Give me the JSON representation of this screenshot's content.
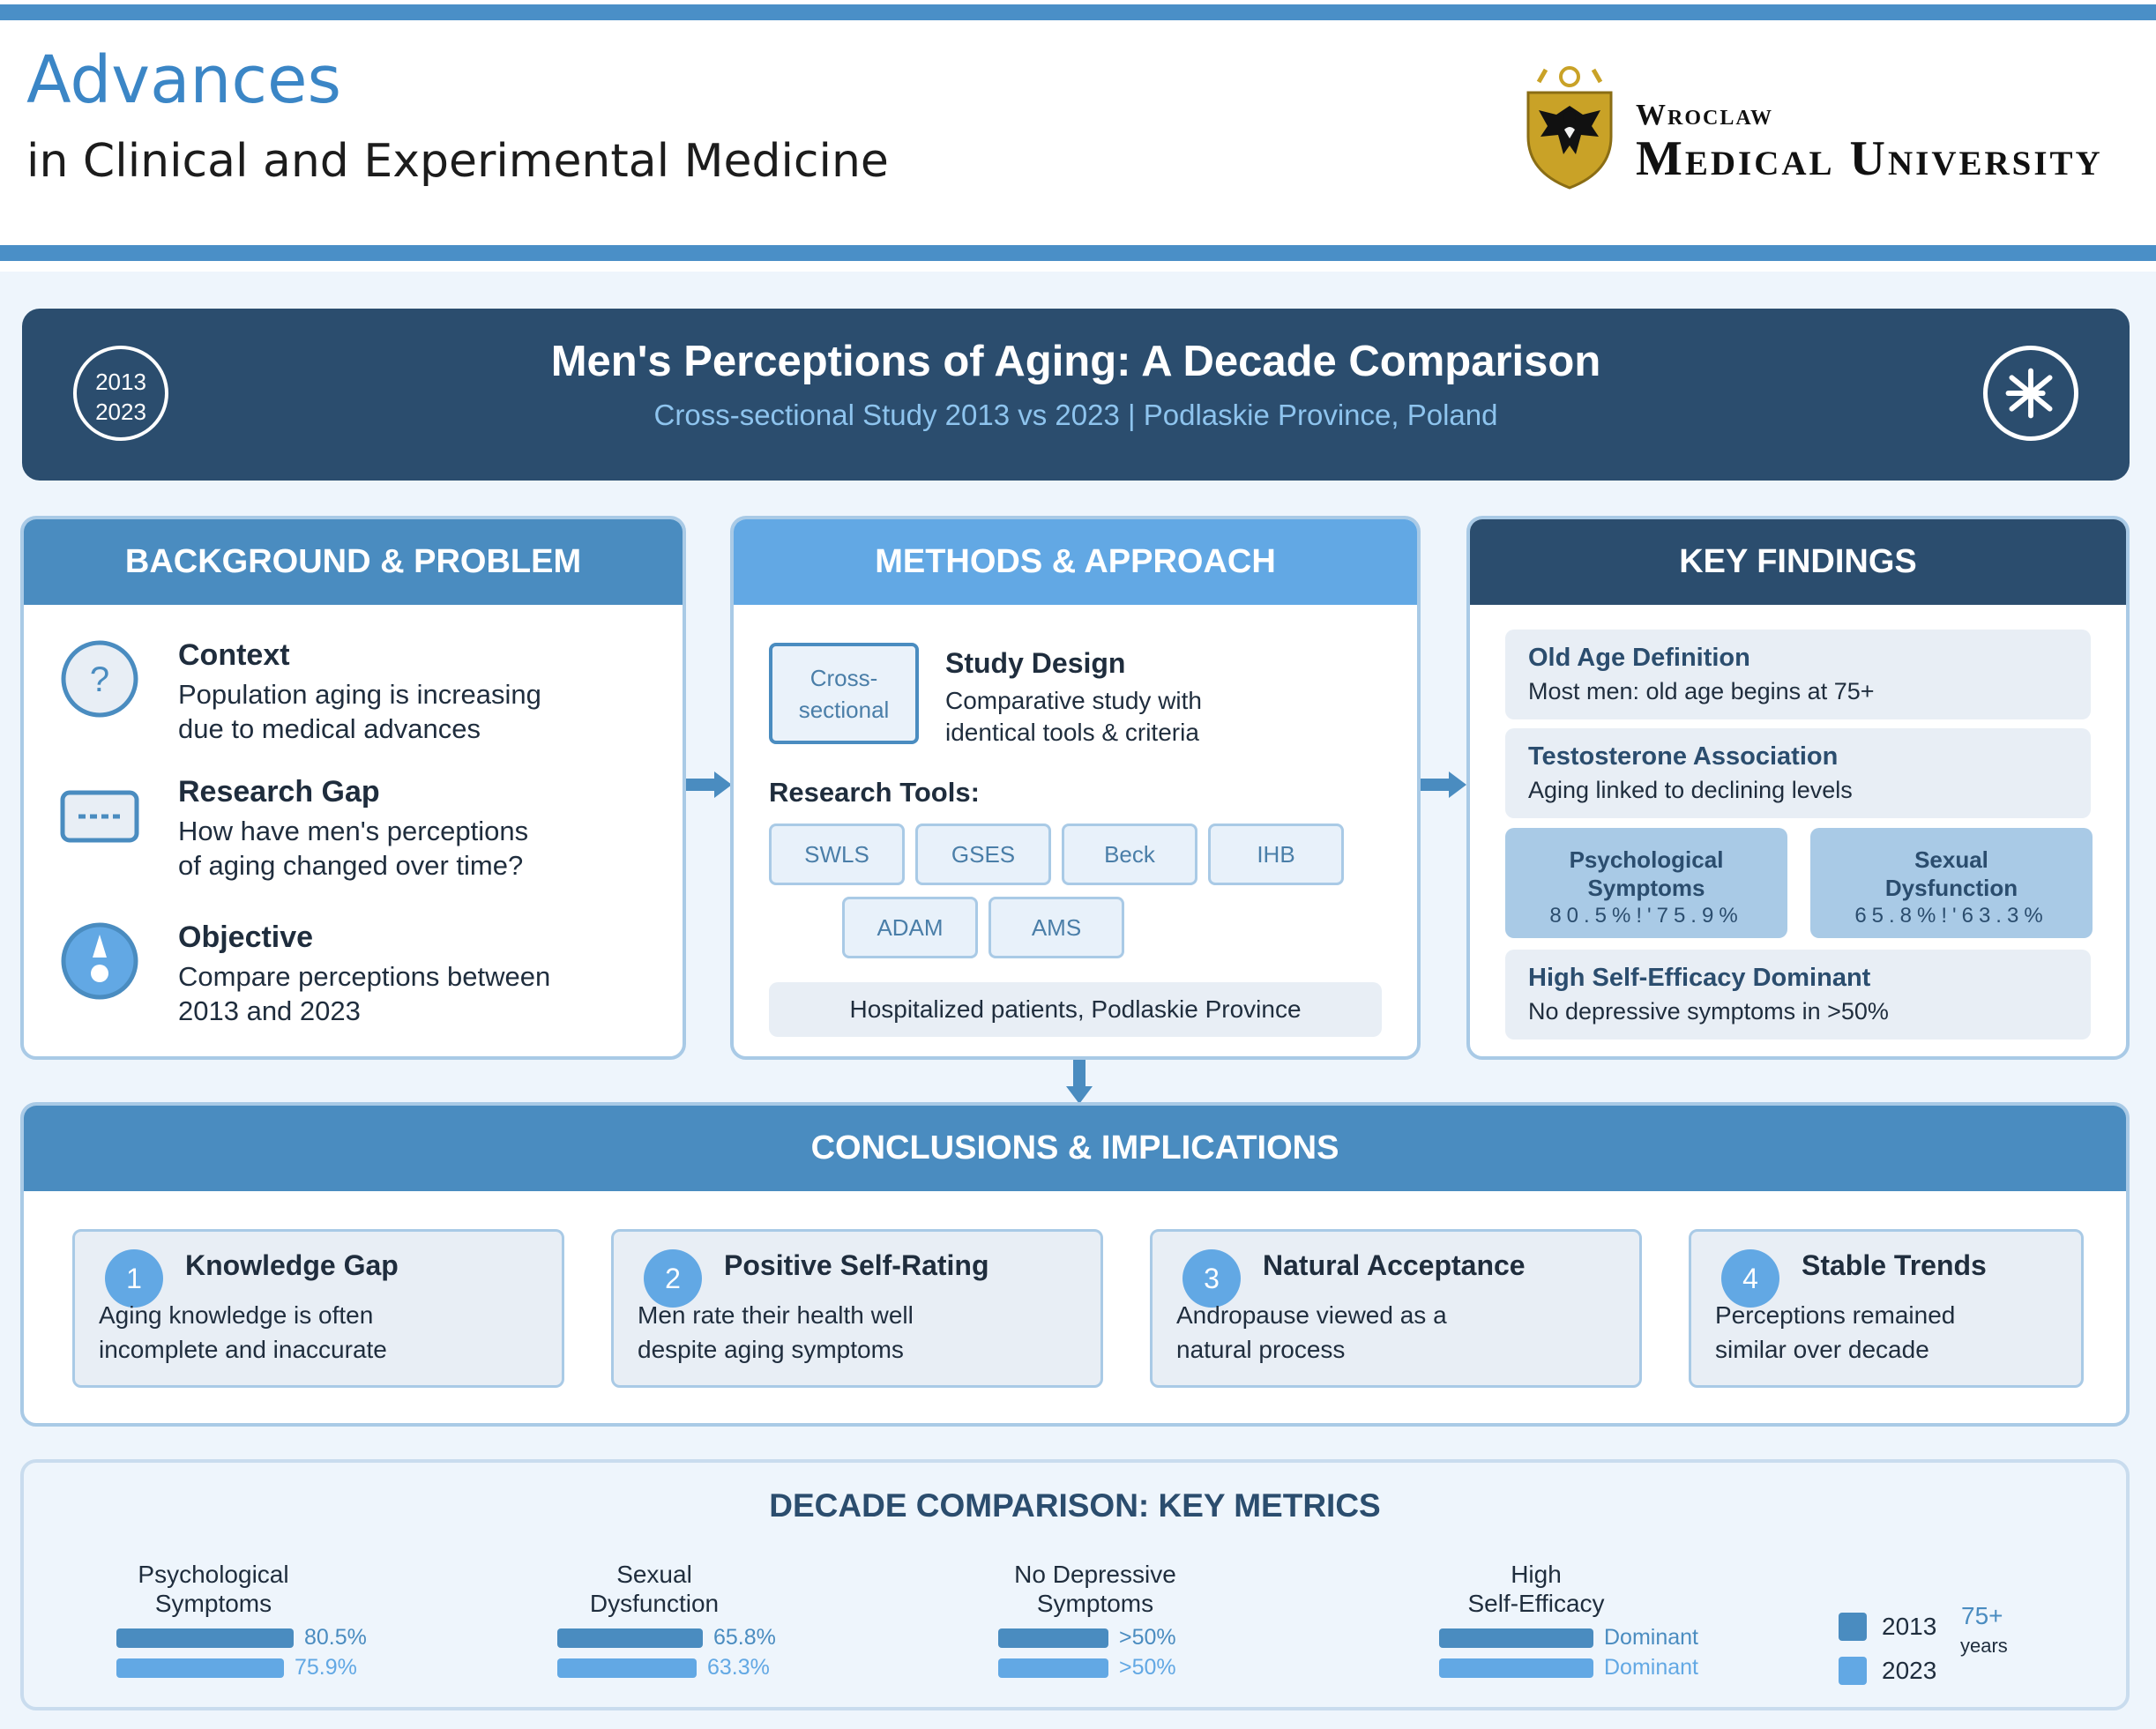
{
  "header": {
    "journal_line1": "Advances",
    "journal_line2": "in Clinical and Experimental Medicine",
    "university_line1": "Wroclaw",
    "university_line2": "Medical University"
  },
  "banner": {
    "title": "Men's Perceptions of Aging: A Decade Comparison",
    "subtitle": "Cross-sectional Study 2013 vs 2023 | Podlaskie Province, Poland",
    "year_badge_top": "2013",
    "year_badge_bottom": "2023"
  },
  "background": {
    "heading": "BACKGROUND & PROBLEM",
    "items": [
      {
        "title": "Context",
        "line1": "Population aging is increasing",
        "line2": "due to medical advances"
      },
      {
        "title": "Research Gap",
        "line1": "How have men's perceptions",
        "line2": "of aging changed over time?"
      },
      {
        "title": "Objective",
        "line1": "Compare perceptions between",
        "line2": "2013 and 2023"
      }
    ],
    "context_icon_glyph": "?"
  },
  "methods": {
    "heading": "METHODS & APPROACH",
    "design_box_line1": "Cross-",
    "design_box_line2": "sectional",
    "design_title": "Study Design",
    "design_line1": "Comparative study with",
    "design_line2": "identical tools & criteria",
    "tools_label": "Research Tools:",
    "tools": [
      "SWLS",
      "GSES",
      "Beck",
      "IHB",
      "ADAM",
      "AMS"
    ],
    "population": "Hospitalized patients, Podlaskie Province"
  },
  "findings": {
    "heading": "KEY FINDINGS",
    "old_age_title": "Old Age Definition",
    "old_age_text": "Most men: old age begins at 75+",
    "testosterone_title": "Testosterone Association",
    "testosterone_text": "Aging linked to declining levels",
    "psych_title_1": "Psychological",
    "psych_title_2": "Symptoms",
    "psych_value": "80.5%!'75.9%",
    "sexual_title_1": "Sexual",
    "sexual_title_2": "Dysfunction",
    "sexual_value": "65.8%!'63.3%",
    "efficacy_title": "High Self-Efficacy Dominant",
    "efficacy_text": "No depressive symptoms in >50%"
  },
  "conclusions": {
    "heading": "CONCLUSIONS & IMPLICATIONS",
    "cards": [
      {
        "num": "1",
        "title": "Knowledge Gap",
        "line1": "Aging knowledge is often",
        "line2": "incomplete and inaccurate"
      },
      {
        "num": "2",
        "title": "Positive Self-Rating",
        "line1": "Men rate their health well",
        "line2": "despite aging symptoms"
      },
      {
        "num": "3",
        "title": "Natural Acceptance",
        "line1": "Andropause viewed as a",
        "line2": "natural process"
      },
      {
        "num": "4",
        "title": "Stable Trends",
        "line1": "Perceptions remained",
        "line2": "similar over decade"
      }
    ]
  },
  "metrics": {
    "heading": "DECADE COMPARISON: KEY METRICS",
    "items": [
      {
        "label1": "Psychological",
        "label2": "Symptoms",
        "v2013": "80.5%",
        "v2023": "75.9%",
        "f2013": 0.805,
        "f2023": 0.759
      },
      {
        "label1": "Sexual",
        "label2": "Dysfunction",
        "v2013": "65.8%",
        "v2023": "63.3%",
        "f2013": 0.658,
        "f2023": 0.633
      },
      {
        "label1": "No Depressive",
        "label2": "Symptoms",
        "v2013": ">50%",
        "v2023": ">50%",
        "f2013": 0.5,
        "f2023": 0.5
      },
      {
        "label1": "High",
        "label2": "Self-Efficacy",
        "v2013": "Dominant",
        "v2023": "Dominant",
        "f2013": 0.7,
        "f2023": 0.7
      }
    ],
    "legend_2013": "2013",
    "legend_2023": "2023",
    "age_value": "75+",
    "age_unit": "years"
  },
  "colors": {
    "navy": "#2b4d6e",
    "mid_blue": "#4a8cc0",
    "light_blue": "#62a8e4",
    "pale_blue": "#a9cae6",
    "gold": "#c9a227"
  }
}
